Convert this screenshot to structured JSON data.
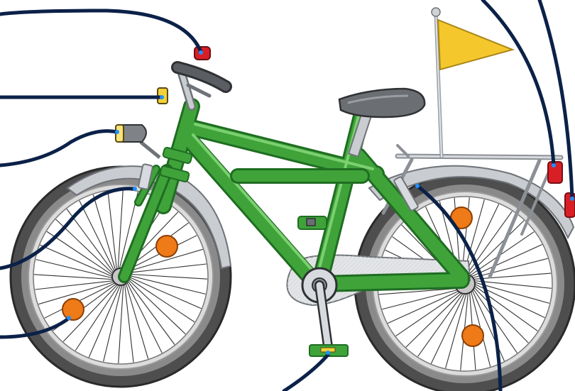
{
  "diagram": {
    "subject": "bicycle",
    "colors": {
      "frame": "#3fa33a",
      "frame_dark": "#237a26",
      "tire": "#5a5a5a",
      "tire_dark": "#2f2f2f",
      "rim": "#d9d9d9",
      "metal": "#bfc3c7",
      "metal_dark": "#8c9096",
      "saddle": "#6b6e72",
      "flag": "#f4c72c",
      "reflector_orange": "#ee7a18",
      "tail_red": "#d81f26",
      "leader_line": "#0b2148",
      "leader_dot": "#1e90ff"
    },
    "parts": [
      {
        "id": "bell",
        "icon": "bell-icon",
        "label": ""
      },
      {
        "id": "brake-lever",
        "icon": "brake-lever-icon",
        "label": ""
      },
      {
        "id": "headlight",
        "icon": "headlight-icon",
        "label": ""
      },
      {
        "id": "front-brake",
        "icon": "brake-icon",
        "label": ""
      },
      {
        "id": "spoke-reflector",
        "icon": "reflector-icon",
        "label": ""
      },
      {
        "id": "pedal-reflector",
        "icon": "pedal-icon",
        "label": ""
      },
      {
        "id": "rear-brake",
        "icon": "brake-icon",
        "label": ""
      },
      {
        "id": "rear-reflector",
        "icon": "rear-reflector-icon",
        "label": ""
      },
      {
        "id": "tail-light",
        "icon": "tail-light-icon",
        "label": ""
      },
      {
        "id": "safety-flag",
        "icon": "flag-icon",
        "label": ""
      }
    ]
  }
}
